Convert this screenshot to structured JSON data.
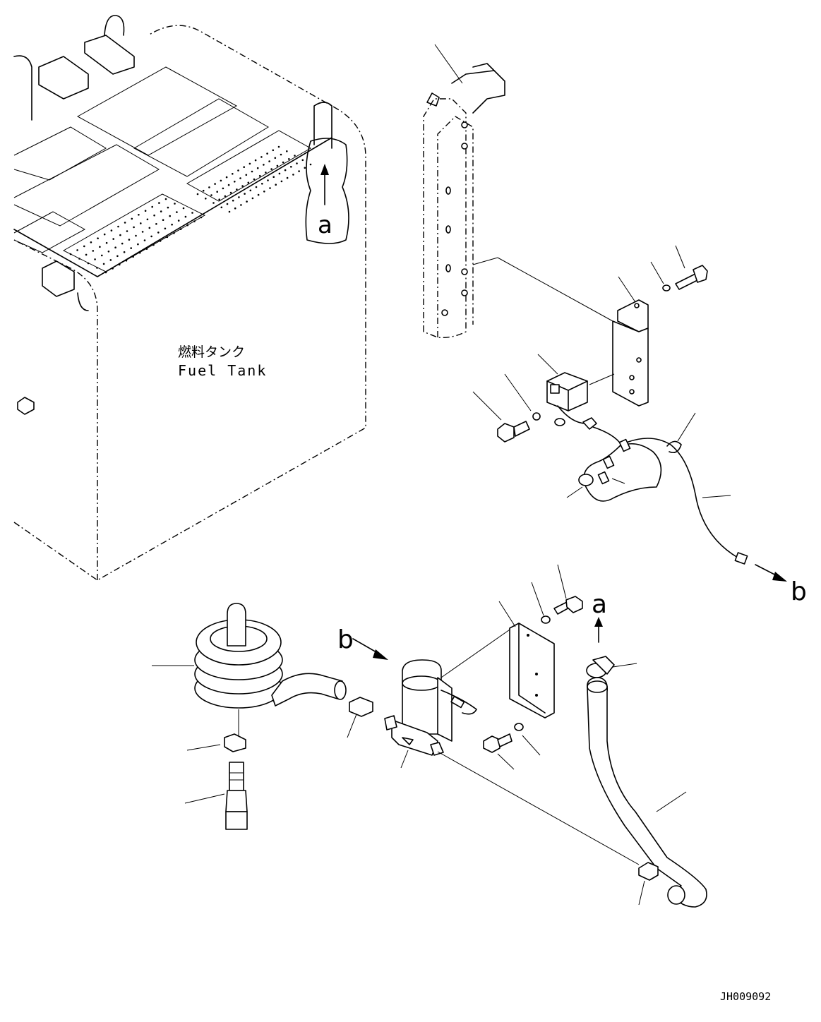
{
  "diagram": {
    "tank_label_jp": "燃料タンク",
    "tank_label_en": "Fuel Tank",
    "callout_a": "a",
    "callout_b": "b",
    "drawing_number": "JH009092"
  }
}
